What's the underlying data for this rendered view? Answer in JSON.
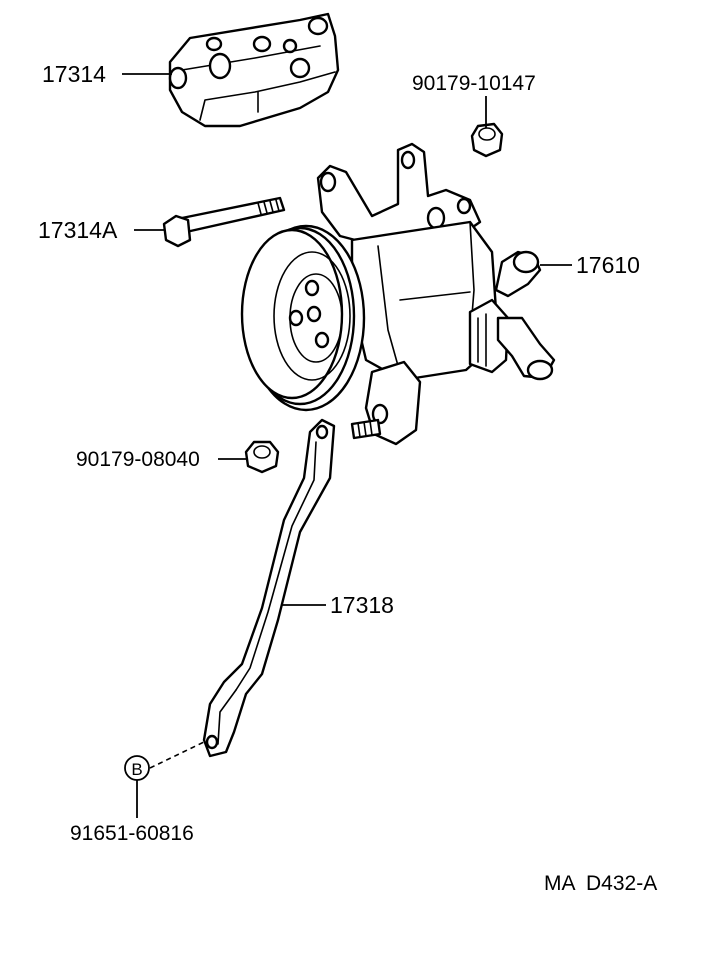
{
  "labels": {
    "bracket_17314": "17314",
    "nut_90179_10147": "90179-10147",
    "bolt_17314A": "17314A",
    "fitting_17610": "17610",
    "nut_90179_08040": "90179-08040",
    "stay_17318": "17318",
    "bolt_91651_60816": "91651-60816",
    "ref_marker": "B",
    "diagram_code": "MA  D432-A"
  }
}
